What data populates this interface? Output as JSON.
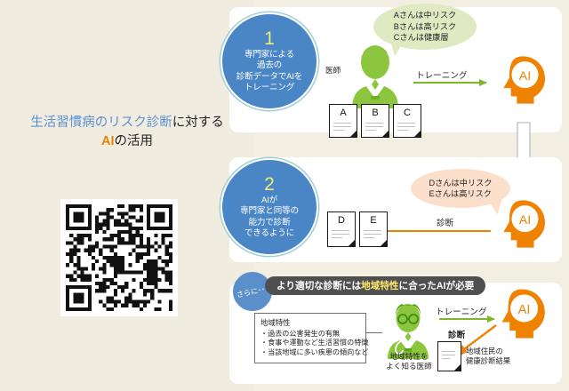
{
  "title": {
    "line1_blue": "生活習慣病のリスク診断",
    "line1_black": "に対する",
    "line2_orange": "AI",
    "line2_black": "の活用"
  },
  "qr": {
    "alt": "qr-code"
  },
  "steps": [
    {
      "number": "1",
      "lines": [
        "専門家による",
        "過去の",
        "診断データでAIを",
        "トレーニング"
      ]
    },
    {
      "number": "2",
      "lines": [
        "AIが",
        "専門家と同等の",
        "能力で診断",
        "できるように"
      ]
    }
  ],
  "section_top": {
    "bubble": [
      "Aさんは中リスク",
      "Bさんは高リスク",
      "Cさんは健康層"
    ],
    "doctor_label": "医師",
    "arrow_label": "トレーニング",
    "documents": [
      "A",
      "B",
      "C"
    ],
    "ai_label": "AI"
  },
  "section_mid": {
    "bubble": [
      "Dさんは中リスク",
      "Eさんは高リスク"
    ],
    "arrow_label": "診断",
    "documents": [
      "D",
      "E"
    ],
    "ai_label": "AI"
  },
  "section_bottom": {
    "badge": "さらに･･･",
    "banner_pre": "より適切な診断には",
    "banner_highlight": "地域特性",
    "banner_post": "に合ったAIが必要",
    "info_title": "地域特性",
    "info_items": [
      "・過去の公害発生の有無",
      "・食事や運動など生活習慣の特徴",
      "・当該地域に多い疾患の傾向など"
    ],
    "doctor_label_line1": "地域特性を",
    "doctor_label_line2": "よく知る医師",
    "training_label": "トレーニング",
    "diagnosis_label": "診断",
    "result_label_line1": "地域住民の",
    "result_label_line2": "健康診断結果",
    "ai_label": "AI"
  },
  "colors": {
    "blue": "#4a86c5",
    "orange": "#ef8200",
    "green": "#7ab929",
    "cream": "#f0ece0",
    "banner": "#4f4f4f",
    "highlight": "#ffe96b"
  }
}
